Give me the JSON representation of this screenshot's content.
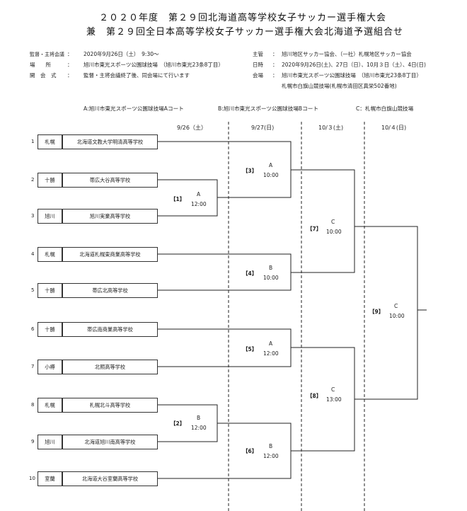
{
  "header": {
    "title_line1": "２０２０年度　第２９回北海道高等学校女子サッカー選手権大会",
    "title_line2": "兼　第２９回全日本高等学校女子サッカー選手権大会北海道予選組合せ"
  },
  "info_left": [
    {
      "label": "監督・主将会議",
      "sep": "：",
      "value": "2020年9月26日（土）　9:30～"
    },
    {
      "label": "場　　所",
      "sep": "：",
      "value": "旭川市東光スポーツ公園球技場　（旭川市東光23条8丁目）"
    },
    {
      "label": "開　会　式",
      "sep": "：",
      "value": "監督・主将会議終了後、同会場にて行います"
    }
  ],
  "info_right": [
    {
      "label": "主管",
      "sep": "：",
      "value": "旭川地区サッカー協会、（一社）札幌地区サッカー協会"
    },
    {
      "label": "日時",
      "sep": "：",
      "value": "2020年9月26日(土)、27日（日）、10月３日（土）、4日(日)"
    },
    {
      "label": "会場",
      "sep": "：",
      "value": "旭川市東光スポーツ公園球技場　（旭川市東光23条8丁目）"
    },
    {
      "label": "",
      "sep": "",
      "value": "札幌市白旗山競技場(札幌市清田区真栄502番地)"
    }
  ],
  "venues": [
    "A:旭川市東光スポーツ公園球技場Aコート",
    "B:旭川市東光スポーツ公園球技場Bコート",
    "C：札幌市白旗山競技場"
  ],
  "dates": [
    "9/26（土）",
    "9/27(日)",
    "10/３(土)",
    "10/４(日)"
  ],
  "teams": [
    {
      "seed": "1",
      "region": "札幌",
      "name": "北海道文教大学明清高等学校"
    },
    {
      "seed": "2",
      "region": "十勝",
      "name": "帯広大谷高等学校"
    },
    {
      "seed": "3",
      "region": "旭川",
      "name": "旭川実業高等学校"
    },
    {
      "seed": "4",
      "region": "札幌",
      "name": "北海道札幌東商業高等学校"
    },
    {
      "seed": "5",
      "region": "十勝",
      "name": "帯広北高等学校"
    },
    {
      "seed": "6",
      "region": "十勝",
      "name": "帯広南商業高等学校"
    },
    {
      "seed": "7",
      "region": "小樽",
      "name": "北照高等学校"
    },
    {
      "seed": "8",
      "region": "札幌",
      "name": "札幌北斗高等学校"
    },
    {
      "seed": "9",
      "region": "旭川",
      "name": "北海道旭川南高等学校"
    },
    {
      "seed": "10",
      "region": "室蘭",
      "name": "北海道大谷室蘭高等学校"
    }
  ],
  "matches": [
    {
      "num": "【1】",
      "court": "A",
      "time": "12:00"
    },
    {
      "num": "【2】",
      "court": "B",
      "time": "12:00"
    },
    {
      "num": "【3】",
      "court": "A",
      "time": "10:00"
    },
    {
      "num": "【4】",
      "court": "B",
      "time": "10:00"
    },
    {
      "num": "【5】",
      "court": "A",
      "time": "12:00"
    },
    {
      "num": "【6】",
      "court": "B",
      "time": "12:00"
    },
    {
      "num": "【7】",
      "court": "C",
      "time": "10:00"
    },
    {
      "num": "【8】",
      "court": "C",
      "time": "13:00"
    },
    {
      "num": "【9】",
      "court": "C",
      "time": "10:00"
    }
  ]
}
